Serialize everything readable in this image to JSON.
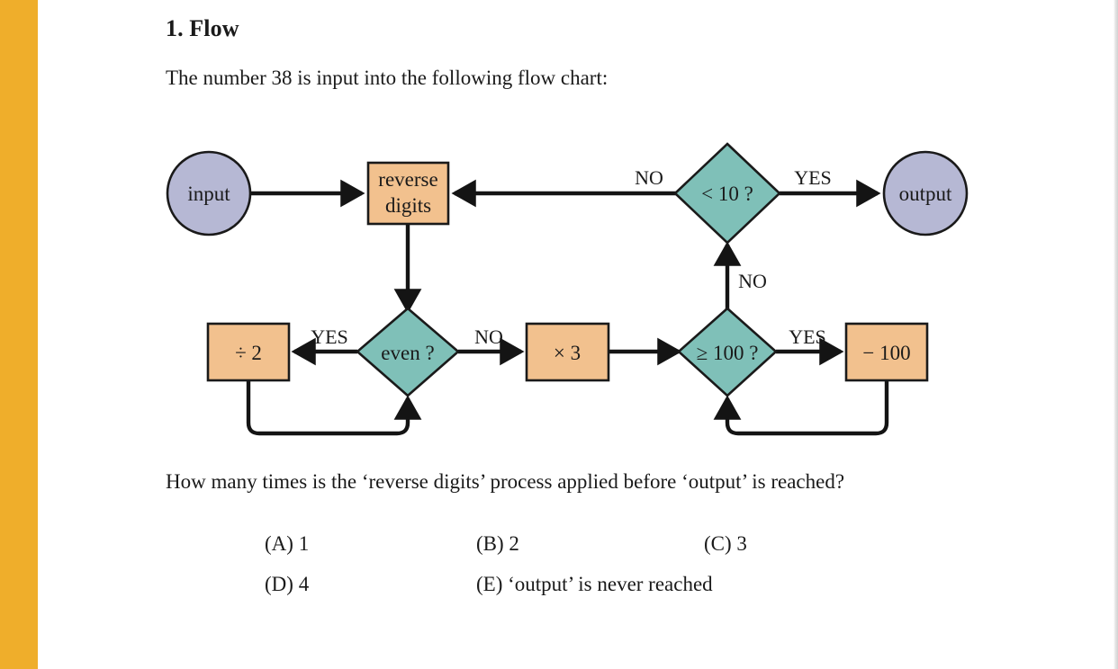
{
  "theme": {
    "accent_gold": "#EFAE2B",
    "process_fill": "#F2C18E",
    "decision_fill": "#7FC0B8",
    "terminator_fill": "#B6B8D4",
    "stroke": "#1a1a1a",
    "page_background": "#FFFFFF"
  },
  "document": {
    "title": "1. Flow",
    "intro": "The number 38 is input into the following flow chart:",
    "question": "How many times is the ‘reverse digits’ process applied before ‘output’ is reached?"
  },
  "flowchart": {
    "nodes": {
      "input": {
        "label": "input",
        "shape": "circle",
        "fill": "#B6B8D4"
      },
      "reverse_digits": {
        "label_line1": "reverse",
        "label_line2": "digits",
        "shape": "rect",
        "fill": "#F2C18E"
      },
      "less_than_10": {
        "label": "< 10 ?",
        "shape": "diamond",
        "fill": "#7FC0B8"
      },
      "output": {
        "label": "output",
        "shape": "circle",
        "fill": "#B6B8D4"
      },
      "divide_by_2": {
        "label": "÷ 2",
        "shape": "rect",
        "fill": "#F2C18E"
      },
      "even": {
        "label": "even ?",
        "shape": "diamond",
        "fill": "#7FC0B8"
      },
      "times_3": {
        "label": "× 3",
        "shape": "rect",
        "fill": "#F2C18E"
      },
      "at_least_100": {
        "label": "≥ 100 ?",
        "shape": "diamond",
        "fill": "#7FC0B8"
      },
      "minus_100": {
        "label": "− 100",
        "shape": "rect",
        "fill": "#F2C18E"
      }
    },
    "edge_labels": {
      "less_than_10_no": "NO",
      "less_than_10_yes": "YES",
      "at_least_100_no": "NO",
      "even_yes": "YES",
      "even_no": "NO",
      "at_least_100_yes": "YES"
    }
  },
  "options": [
    [
      {
        "key": "(A)",
        "text": "1"
      },
      {
        "key": "(B)",
        "text": "2"
      },
      {
        "key": "(C)",
        "text": "3"
      }
    ],
    [
      {
        "key": "(D)",
        "text": "4"
      },
      {
        "key": "(E)",
        "text": "‘output’ is never reached"
      }
    ]
  ]
}
